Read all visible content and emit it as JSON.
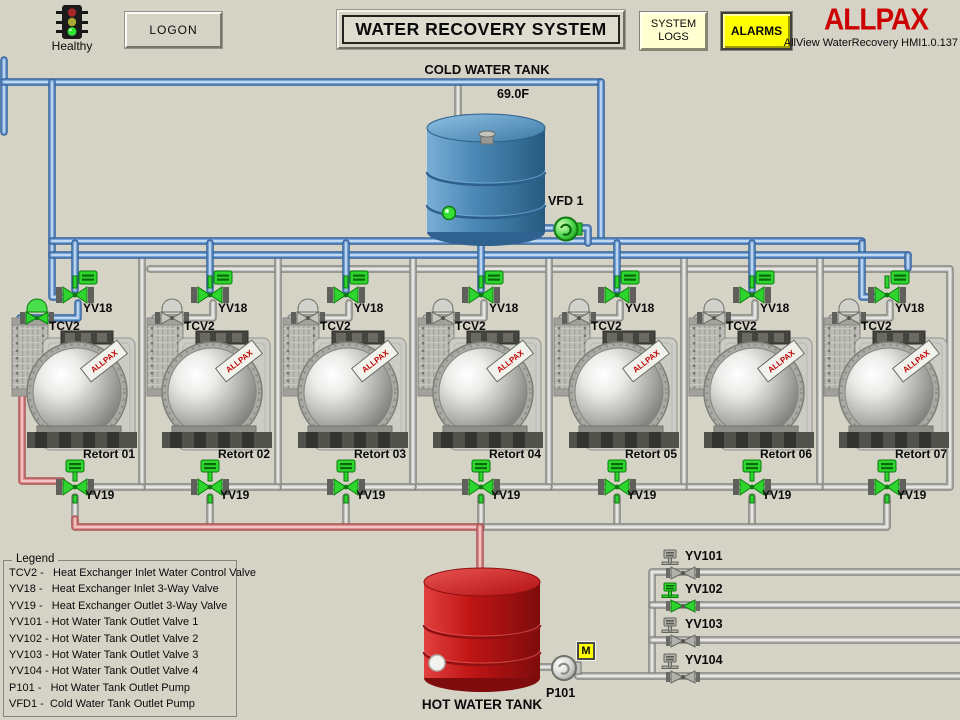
{
  "header": {
    "health_status": "Healthy",
    "logon_button": "LOGON",
    "title": "WATER RECOVERY SYSTEM",
    "system_logs_line1": "SYSTEM",
    "system_logs_line2": "LOGS",
    "alarms_button": "ALARMS",
    "brand": "ALLPAX",
    "version": "AllView WaterRecovery HMI1.0.137"
  },
  "cold_water_tank": {
    "label": "COLD WATER TANK",
    "temperature": "69.0F",
    "pump_label": "VFD 1"
  },
  "hot_water_tank": {
    "label": "HOT WATER TANK",
    "pump_label": "P101",
    "motor_label": "M"
  },
  "retort_tag": "ALLPAX",
  "retorts": [
    {
      "name": "Retort 01",
      "inlet_valve": "YV18",
      "control_valve": "TCV2",
      "outlet_valve": "YV19",
      "active": true
    },
    {
      "name": "Retort 02",
      "inlet_valve": "YV18",
      "control_valve": "TCV2",
      "outlet_valve": "YV19",
      "active": false
    },
    {
      "name": "Retort 03",
      "inlet_valve": "YV18",
      "control_valve": "TCV2",
      "outlet_valve": "YV19",
      "active": false
    },
    {
      "name": "Retort 04",
      "inlet_valve": "YV18",
      "control_valve": "TCV2",
      "outlet_valve": "YV19",
      "active": false
    },
    {
      "name": "Retort 05",
      "inlet_valve": "YV18",
      "control_valve": "TCV2",
      "outlet_valve": "YV19",
      "active": false
    },
    {
      "name": "Retort 06",
      "inlet_valve": "YV18",
      "control_valve": "TCV2",
      "outlet_valve": "YV19",
      "active": false
    },
    {
      "name": "Retort 07",
      "inlet_valve": "YV18",
      "control_valve": "TCV2",
      "outlet_valve": "YV19",
      "active": false
    }
  ],
  "outlet_valves": [
    {
      "label": "YV101",
      "open": false
    },
    {
      "label": "YV102",
      "open": true
    },
    {
      "label": "YV103",
      "open": false
    },
    {
      "label": "YV104",
      "open": false
    }
  ],
  "legend": {
    "title": "Legend",
    "entries": [
      "TCV2 -   Heat Exchanger Inlet Water Control Valve",
      "YV18 -   Heat Exchanger Inlet 3-Way Valve",
      "YV19 -   Heat Exchanger Outlet 3-Way Valve",
      "YV101 - Hot Water Tank Outlet Valve 1",
      "YV102 - Hot Water Tank Outlet Valve 2",
      "YV103 - Hot Water Tank Outlet Valve 3",
      "YV104 - Hot Water Tank Outlet Valve 4",
      "P101 -   Hot Water Tank Outlet Pump",
      "VFD1 -  Cold Water Tank Outlet Pump"
    ]
  },
  "colors": {
    "open_valve": "#2ed52e",
    "closed_valve": "#b2b2ac",
    "pipe_cold": "#76a3d4",
    "pipe_hot": "#dd8f8f",
    "pipe_neutral": "#c5c5c1",
    "alarm_yellow": "#ffff00",
    "brand_red": "#cc0202",
    "status_green": "#2fe42f"
  }
}
